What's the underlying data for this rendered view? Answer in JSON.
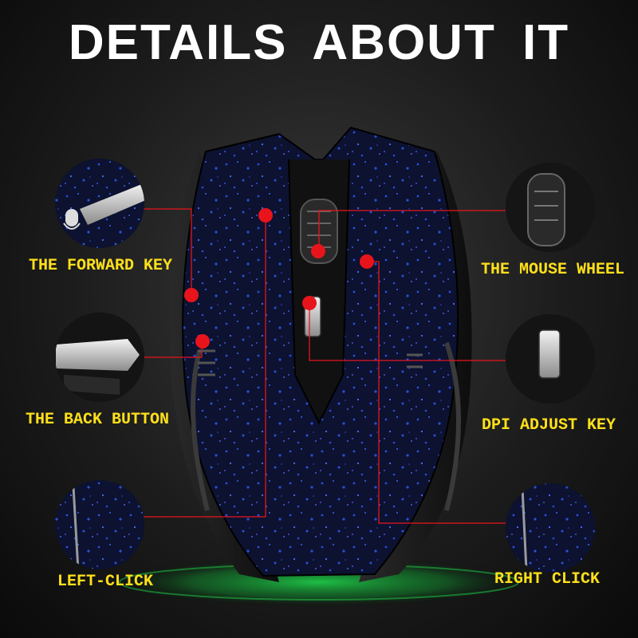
{
  "title": "DETAILS  ABOUT IT",
  "labels": {
    "forward_key": "THE FORWARD KEY",
    "back_button": "THE BACK BUTTON",
    "left_click": "LEFT-CLICK",
    "mouse_wheel": "THE MOUSE WHEEL",
    "dpi_adjust": "DPI ADJUST KEY",
    "right_click": "RIGHT CLICK"
  },
  "colors": {
    "label_yellow": "#ffe01a",
    "pointer_red": "#e8141c",
    "speckle_blue": "#2b4fd8",
    "base_glow": "#1fd14a"
  }
}
